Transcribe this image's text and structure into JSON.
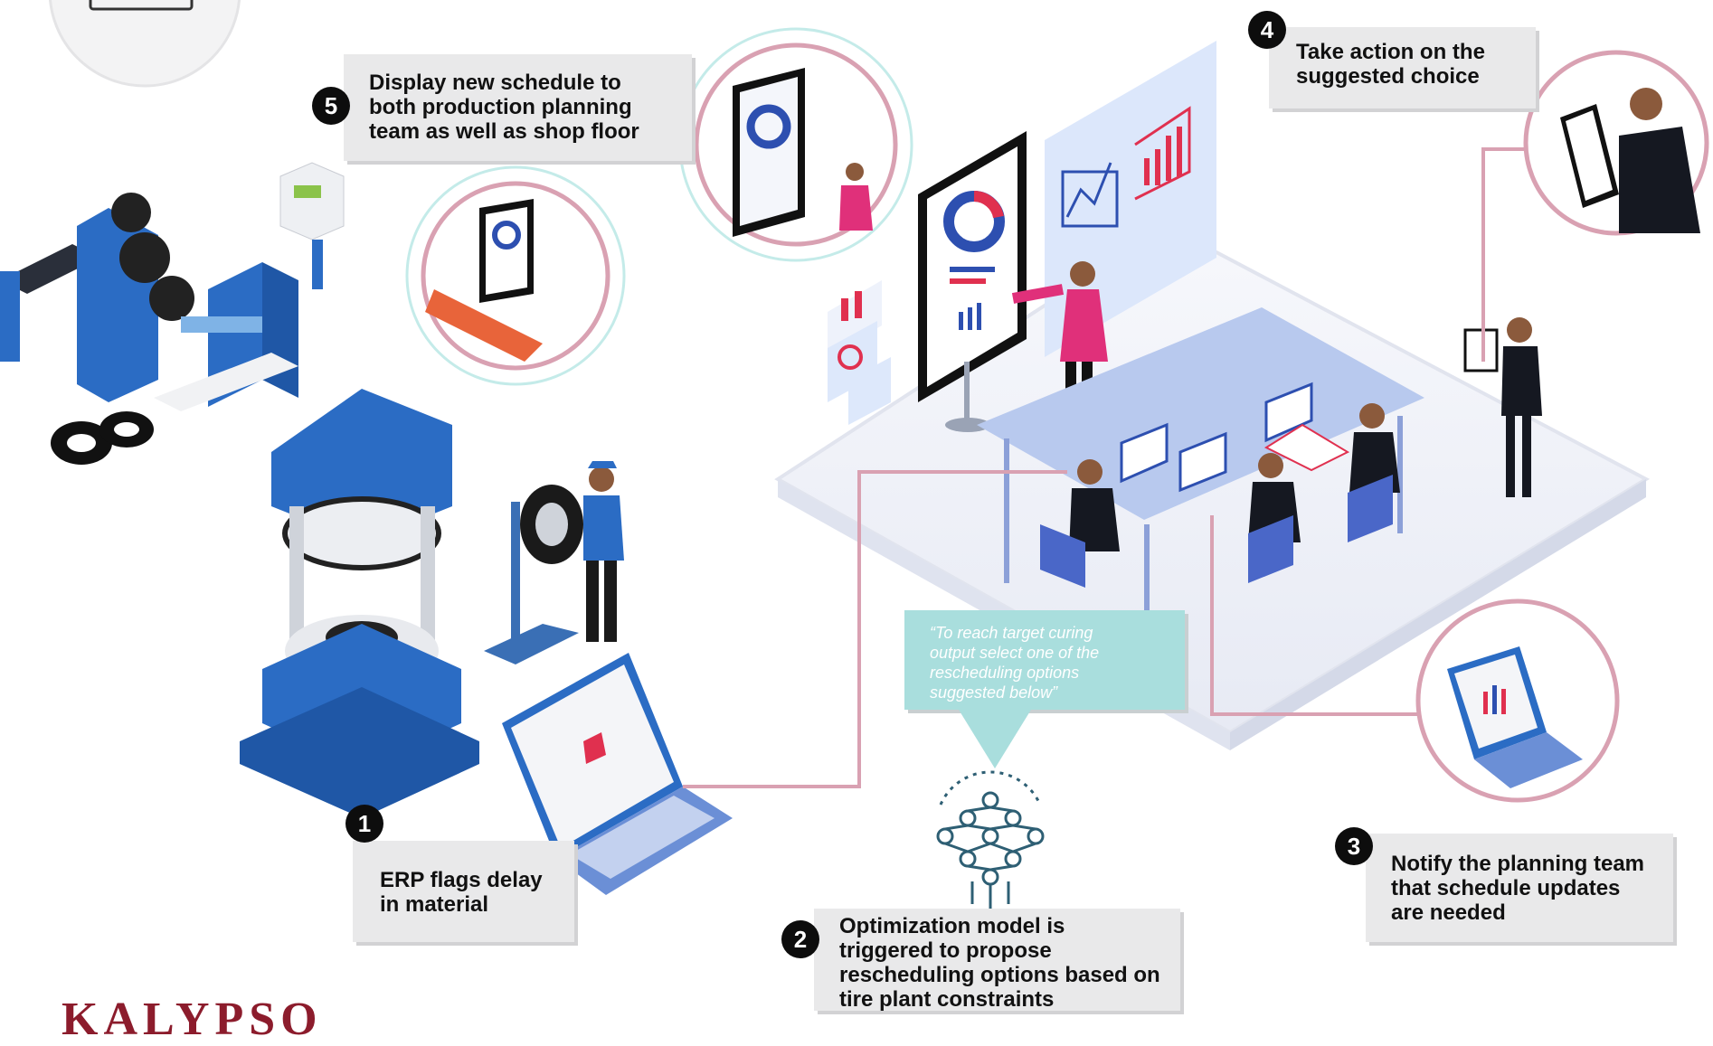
{
  "steps": {
    "s1": {
      "num": "1",
      "text": [
        "ERP flags delay",
        "in material"
      ]
    },
    "s2": {
      "num": "2",
      "text": [
        "Optimization model is",
        "triggered to propose",
        "rescheduling options based on",
        "tire plant constraints"
      ]
    },
    "s3": {
      "num": "3",
      "text": [
        "Notify the planning team",
        "that schedule updates",
        "are needed"
      ]
    },
    "s4": {
      "num": "4",
      "text": [
        "Take action on the",
        "suggested choice"
      ]
    },
    "s5": {
      "num": "5",
      "text": [
        "Display new schedule to",
        "both production planning",
        "team as well as shop floor"
      ]
    }
  },
  "quote": {
    "text": [
      "“To reach target curing",
      "output select one of the",
      "rescheduling options",
      "suggested below”"
    ]
  },
  "brand": {
    "name": "KALYPSO"
  },
  "colors": {
    "accent_pink": "#d9a1b2",
    "accent_teal": "#a9dedd",
    "brand_red": "#8c1c2c",
    "machine_blue": "#2b6cc4",
    "badge": "#0d0d0d",
    "card": "#e9e9ea"
  }
}
